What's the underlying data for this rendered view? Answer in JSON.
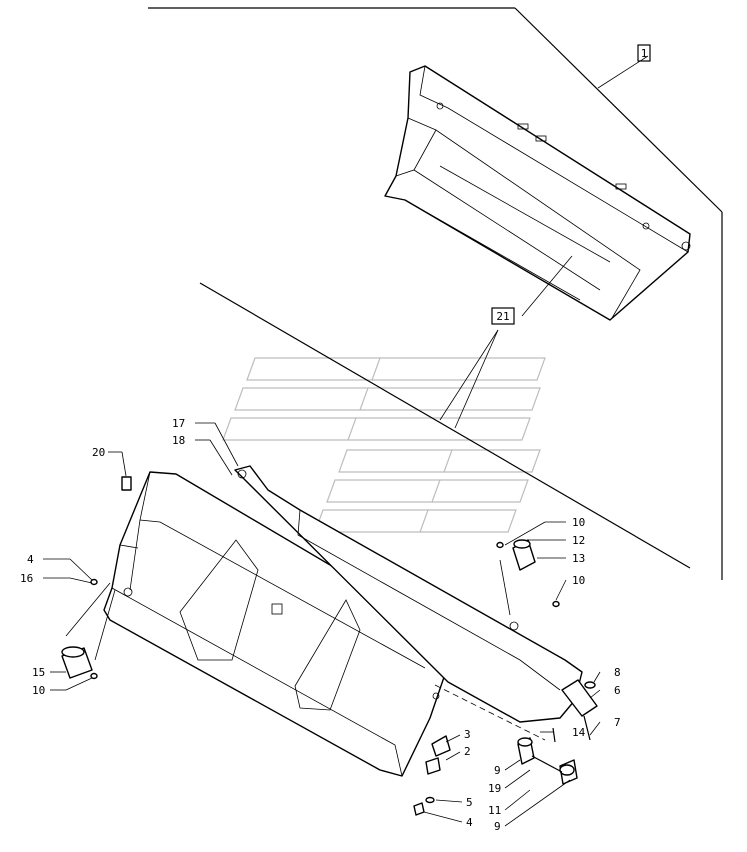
{
  "diagram": {
    "callouts": [
      {
        "id": "c-1",
        "text": "1",
        "boxed": true
      },
      {
        "id": "c-21",
        "text": "21",
        "boxed": true
      },
      {
        "id": "c-17",
        "text": "17"
      },
      {
        "id": "c-18",
        "text": "18"
      },
      {
        "id": "c-20",
        "text": "20"
      },
      {
        "id": "c-4a",
        "text": "4"
      },
      {
        "id": "c-16",
        "text": "16"
      },
      {
        "id": "c-15",
        "text": "15"
      },
      {
        "id": "c-10a",
        "text": "10"
      },
      {
        "id": "c-10b",
        "text": "10"
      },
      {
        "id": "c-12",
        "text": "12"
      },
      {
        "id": "c-13",
        "text": "13"
      },
      {
        "id": "c-10c",
        "text": "10"
      },
      {
        "id": "c-8",
        "text": "8"
      },
      {
        "id": "c-6",
        "text": "6"
      },
      {
        "id": "c-7",
        "text": "7"
      },
      {
        "id": "c-14",
        "text": "14"
      },
      {
        "id": "c-3",
        "text": "3"
      },
      {
        "id": "c-2",
        "text": "2"
      },
      {
        "id": "c-9a",
        "text": "9"
      },
      {
        "id": "c-19",
        "text": "19"
      },
      {
        "id": "c-5",
        "text": "5"
      },
      {
        "id": "c-11",
        "text": "11"
      },
      {
        "id": "c-4b",
        "text": "4"
      },
      {
        "id": "c-9b",
        "text": "9"
      }
    ]
  }
}
